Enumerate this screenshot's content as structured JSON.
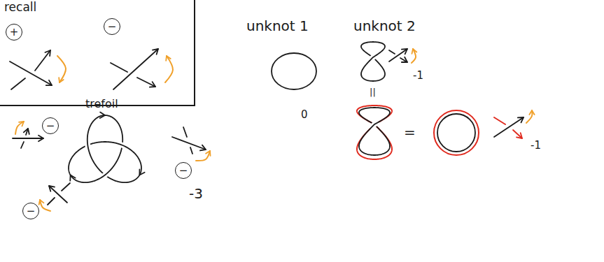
{
  "diagram": {
    "nodes": [
      {
        "text": [
          "recall"
        ]
      },
      {
        "text": [
          "+"
        ],
        "in": 0
      },
      {
        "text": [
          "−"
        ],
        "in": 0
      },
      {
        "text": [
          "−"
        ]
      },
      {
        "text": [
          "−"
        ]
      },
      {
        "text": [
          "−"
        ]
      }
    ],
    "labels": [
      "unknot 1",
      "unknot 2",
      "trefoil",
      "-1",
      "||",
      "0",
      "=",
      "-1",
      "-3"
    ]
  }
}
